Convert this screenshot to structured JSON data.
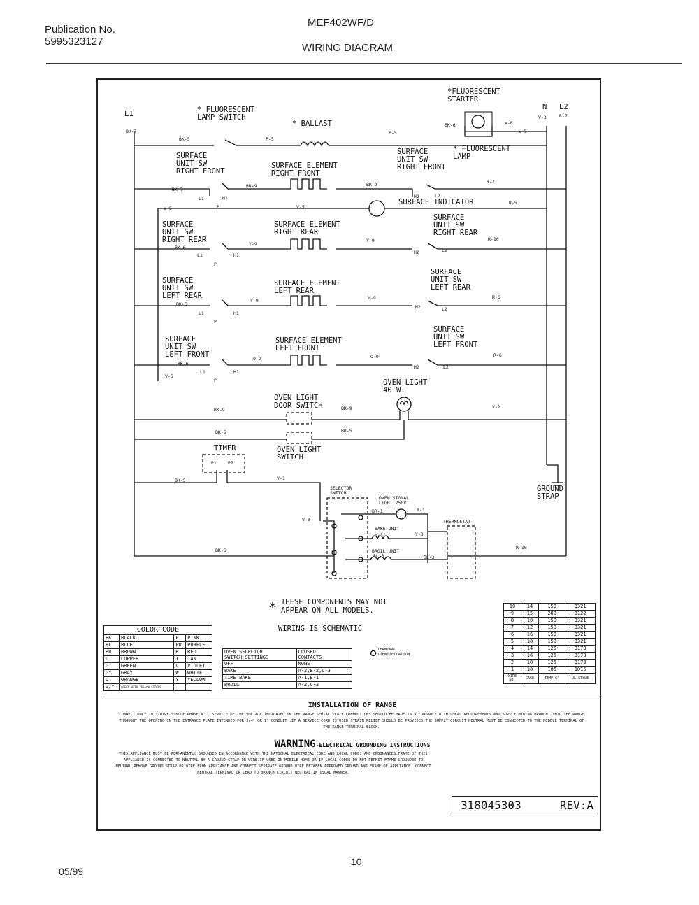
{
  "header": {
    "publication_label": "Publication No.",
    "publication_number": "5995323127",
    "model": "MEF402WF/D",
    "title": "WIRING DIAGRAM"
  },
  "footer": {
    "date": "05/99",
    "page": "10"
  },
  "diagram": {
    "lines": {
      "L1": "L1",
      "N": "N",
      "L2": "L2"
    },
    "components": {
      "fluorescent_lamp_switch": "* FLUORESCENT\nLAMP SWITCH",
      "ballast": "* BALLAST",
      "fluorescent_starter": "*FLUORESCENT\nSTARTER",
      "fluorescent_lamp": "* FLUORESCENT\nLAMP",
      "su_sw_rf_left": "SURFACE\nUNIT SW\nRIGHT FRONT",
      "se_rf": "SURFACE ELEMENT\nRIGHT FRONT",
      "su_sw_rf_right": "SURFACE\nUNIT SW\nRIGHT FRONT",
      "surface_indicator": "SURFACE INDICATOR",
      "su_sw_rr_left": "SURFACE\nUNIT SW\nRIGHT REAR",
      "se_rr": "SURFACE ELEMENT\nRIGHT REAR",
      "su_sw_rr_right": "SURFACE\nUNIT SW\nRIGHT REAR",
      "su_sw_lr_left": "SURFACE\nUNIT SW\nLEFT REAR",
      "se_lr": "SURFACE ELEMENT\nLEFT REAR",
      "su_sw_lr_right": "SURFACE\nUNIT SW\nLEFT REAR",
      "su_sw_lf_left": "SURFACE\nUNIT SW\nLEFT FRONT",
      "se_lf": "SURFACE ELEMENT\nLEFT FRONT",
      "su_sw_lf_right": "SURFACE\nUNIT SW\nLEFT FRONT",
      "oven_light": "OVEN LIGHT\n40 W.",
      "oven_light_door_switch": "OVEN LIGHT\nDOOR SWITCH",
      "oven_light_switch": "OVEN LIGHT\nSWITCH",
      "timer": "TIMER",
      "selector_switch": "SELECTOR\nSWITCH",
      "oven_signal_light": "OVEN SIGNAL\nLIGHT 250V",
      "bake_unit": "BAKE UNIT",
      "broil_unit": "BROIL UNIT",
      "thermostat": "THERMOSTAT",
      "ground_strap": "GROUND\nSTRAP"
    },
    "wire_labels": {
      "bk7": "BK-7",
      "bk5": "BK-5",
      "p5": "P-5",
      "bk6": "BK-6",
      "v6": "V-6",
      "v3": "V-3",
      "r7": "R-7",
      "v5": "V-5",
      "br9": "BR-9",
      "r5": "R-5",
      "y9": "Y-9",
      "r10": "R-10",
      "r6": "R-6",
      "o9": "O-9",
      "bk9": "BK-9",
      "v2": "V-2",
      "br5": "BR-5",
      "v1": "V-1",
      "br1": "BR-1",
      "y1": "Y-1",
      "y3": "Y-3",
      "bl3": "BL-3"
    },
    "terminals": {
      "l1": "L1",
      "l2": "L2",
      "h1": "H1",
      "h2": "H2",
      "p": "P",
      "p1": "P1",
      "p2": "P2"
    },
    "notes": {
      "components_note": "THESE COMPONENTS MAY NOT\nAPPEAR ON ALL MODELS.",
      "schematic": "WIRING IS SCHEMATIC",
      "terminal_id": "TERMINAL\nIDENTIFICATION"
    },
    "color_code": {
      "title": "COLOR CODE",
      "rows": [
        [
          "BK",
          "BLACK",
          "P",
          "PINK"
        ],
        [
          "BL",
          "BLUE",
          "PR",
          "PURPLE"
        ],
        [
          "BR",
          "BROWN",
          "R",
          "RED"
        ],
        [
          "C",
          "COPPER",
          "T",
          "TAN"
        ],
        [
          "G",
          "GREEN",
          "V",
          "VIOLET"
        ],
        [
          "GY",
          "GRAY",
          "W",
          "WHITE"
        ],
        [
          "O",
          "ORANGE",
          "Y",
          "YELLOW"
        ],
        [
          "G/Y",
          "GREEN WITH YELLOW STRIPE",
          "",
          ""
        ]
      ]
    },
    "selector_table": {
      "headers": [
        "OVEN SELECTOR\nSWITCH SETTINGS",
        "CLOSED\nCONTACTS"
      ],
      "rows": [
        [
          "OFF",
          "NONE"
        ],
        [
          "BAKE",
          "A-2,B-2,C-3"
        ],
        [
          "TIME BAKE",
          "A-1,B-1"
        ],
        [
          "BROIL",
          "A-2,C-2"
        ]
      ]
    },
    "wire_table": {
      "rows": [
        [
          "10",
          "14",
          "150",
          "3321"
        ],
        [
          "9",
          "15",
          "200",
          "3122"
        ],
        [
          "8",
          "10",
          "150",
          "3321"
        ],
        [
          "7",
          "12",
          "150",
          "3321"
        ],
        [
          "6",
          "16",
          "150",
          "3321"
        ],
        [
          "5",
          "18",
          "150",
          "3321"
        ],
        [
          "4",
          "14",
          "125",
          "3173"
        ],
        [
          "3",
          "16",
          "125",
          "3173"
        ],
        [
          "2",
          "18",
          "125",
          "3173"
        ],
        [
          "1",
          "18",
          "105",
          "1015"
        ]
      ],
      "footer": [
        "WIRE\nNO.",
        "GAGE",
        "TEMP C°",
        "UL STYLE"
      ]
    },
    "installation": {
      "title": "INSTALLATION OF RANGE",
      "text": "CONNECT ONLY TO 3-WIRE SINGLE PHASE A.C. SERVICE OF THE VOLTAGE INDICATED ON THE RANGE SERIAL PLATE.CONNECTIONS SHOULD BE MADE IN ACCORDANCE WITH LOCAL REQUIREMENTS AND SUPPLY WIRING BROUGHT INTO THE RANGE THROUGHT THE OPENING IN THE ENTRANCE PLATE INTENDED FOR 3/4\" OR 1\" CONDUIT .IF A SERVICE CORD IS USED,STRAIN RELIEF SHOULD BE PROVIDED.THE SUPPLY CIRCUIT NEUTRAL MUST BE CONNECTED TO THE MIDDLE TERMINAL OF THE RANGE TERMINAL BLOCK."
    },
    "warning": {
      "title_main": "WARNING",
      "title_rest": "-ELECTRICAL GROUNDING INSTRUCTIONS",
      "text": "THIS APPLIANCE MUST BE PERMANENTLY GROUNDED IN ACCORDANCE WITH THE NATIONAL ELECTRICAL CODE AND LOCAL CODES AND ORDINANCES.FRAME OF THIS APPLIANCE IS CONNECTED TO NEUTRAL BY A GROUND STRAP OR WIRE.IF USED IN MOBILE HOME OR IF LOCAL CODES DO NOT PERMIT FRAME GROUNDED TO NEUTRAL,REMOVE GROUND STRAP OR WIRE FROM APPLIANCE AND CONNECT SEPARATE GROUND WIRE BETWEEN APPROVED GROUND AND FRAME OF APPLIANCE. CONNECT NEUTRAL TERMINAL OR LEAD TO BRANCH CIRCUIT NEUTRAL IN USUAL MANNER."
    },
    "part_number": "318045303",
    "revision": "REV:A"
  }
}
